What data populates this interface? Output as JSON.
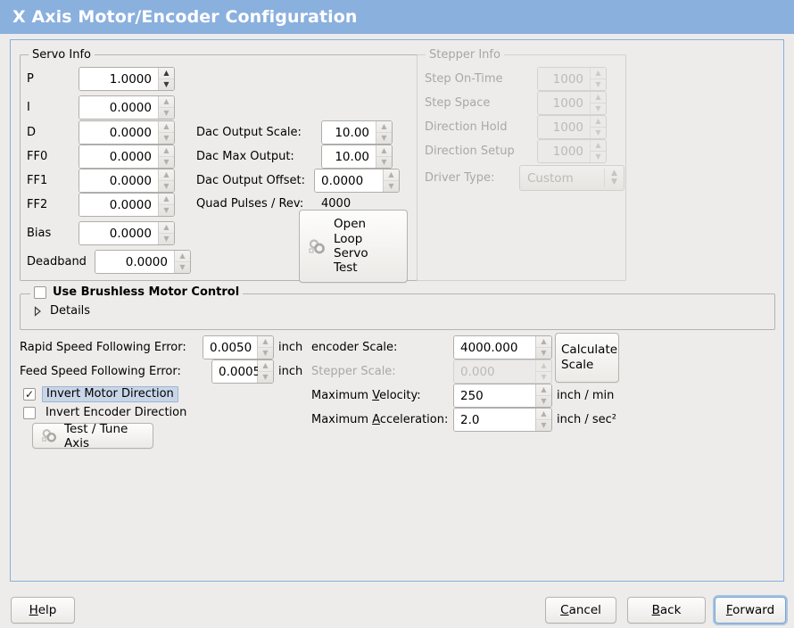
{
  "window": {
    "title": "X Axis Motor/Encoder Configuration",
    "header_color": "#8ab0de",
    "background_color": "#edecea"
  },
  "servo_info": {
    "legend": "Servo Info",
    "fields": [
      {
        "label": "P",
        "value": "1.0000",
        "focused": true
      },
      {
        "label": "I",
        "value": "0.0000",
        "focused": false
      },
      {
        "label": "D",
        "value": "0.0000",
        "focused": false
      },
      {
        "label": "FF0",
        "value": "0.0000",
        "focused": false
      },
      {
        "label": "FF1",
        "value": "0.0000",
        "focused": false
      },
      {
        "label": "FF2",
        "value": "0.0000",
        "focused": false
      },
      {
        "label": "Bias",
        "value": "0.0000",
        "focused": false
      },
      {
        "label": "Deadband",
        "value": "0.0000",
        "focused": false
      }
    ],
    "dac": [
      {
        "label": "Dac Output Scale:",
        "value": "10.00"
      },
      {
        "label": "Dac Max Output:",
        "value": "10.00"
      },
      {
        "label": "Dac Output Offset:",
        "value": "0.0000"
      }
    ],
    "quad_pulses_label": "Quad Pulses / Rev:",
    "quad_pulses_value": "4000",
    "open_loop_button": {
      "icon": "gears-icon",
      "lines": [
        "Open",
        "Loop",
        "Servo",
        "Test"
      ]
    }
  },
  "stepper_info": {
    "legend": "Stepper Info",
    "disabled": true,
    "fields": [
      {
        "label": "Step On-Time",
        "value": "1000"
      },
      {
        "label": "Step Space",
        "value": "1000"
      },
      {
        "label": "Direction Hold",
        "value": "1000"
      },
      {
        "label": "Direction Setup",
        "value": "1000"
      }
    ],
    "driver_type_label": "Driver Type:",
    "driver_type_value": "Custom"
  },
  "brushless": {
    "checkbox_label": "Use Brushless Motor Control",
    "checked": false,
    "details_label": "Details",
    "details_expanded": false
  },
  "following_errors": [
    {
      "label": "Rapid Speed Following Error:",
      "value": "0.0050",
      "unit": "inch"
    },
    {
      "label": "Feed Speed Following Error:",
      "value": "0.0005",
      "unit": "inch"
    }
  ],
  "invert": {
    "motor_label": "Invert Motor Direction",
    "motor_checked": true,
    "motor_focused": true,
    "encoder_label": "Invert Encoder Direction",
    "encoder_checked": false
  },
  "test_tune_button": {
    "label": "Test / Tune Axis",
    "icon": "gears-icon"
  },
  "scales": {
    "encoder_scale_label": "encoder Scale:",
    "encoder_scale_value": "4000.000",
    "stepper_scale_label": "Stepper Scale:",
    "stepper_scale_value": "0.000",
    "stepper_scale_disabled": true,
    "calculate_button_lines": [
      "Calculate",
      "Scale"
    ],
    "max_velocity": {
      "label_pre": "Maximum ",
      "label_mn": "V",
      "label_post": "elocity:",
      "value": "250",
      "unit": "inch / min"
    },
    "max_acceleration": {
      "label_pre": "Maximum ",
      "label_mn": "A",
      "label_post": "cceleration:",
      "value": "2.0",
      "unit": "inch / sec²"
    }
  },
  "footer": {
    "help": {
      "pre": "",
      "mn": "H",
      "post": "elp"
    },
    "cancel": {
      "pre": "",
      "mn": "C",
      "post": "ancel"
    },
    "back": {
      "pre": "",
      "mn": "B",
      "post": "ack"
    },
    "forward": {
      "pre": "",
      "mn": "F",
      "post": "orward",
      "focused": true
    }
  }
}
